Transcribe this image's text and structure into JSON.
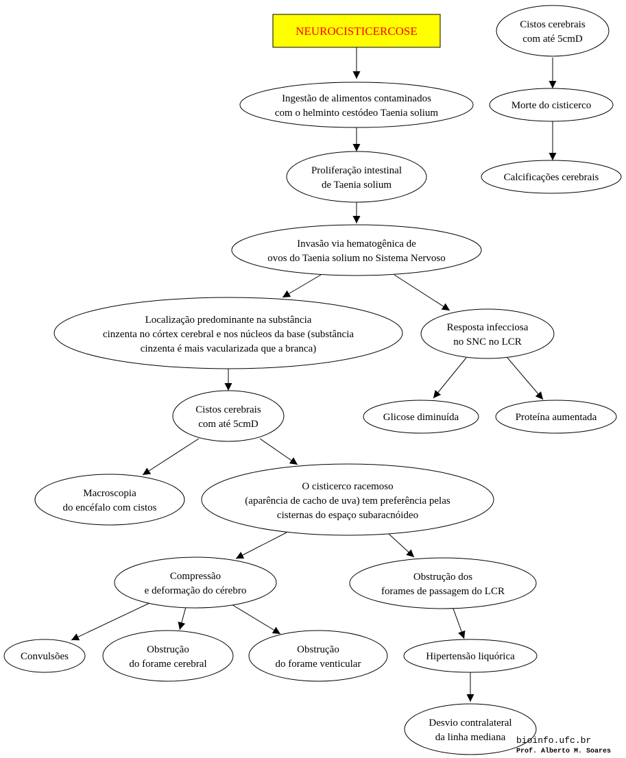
{
  "colors": {
    "title_fill": "#ffff00",
    "title_text": "#ff0000",
    "line": "#000000"
  },
  "nodes": {
    "title": "NEUROCISTICERCOSE",
    "ingestao": [
      "Ingestão de alimentos contaminados",
      "com o helminto cestódeo Taenia solium"
    ],
    "proliferacao": [
      "Proliferação intestinal",
      "de Taenia solium"
    ],
    "invasao": [
      "Invasão via hematogênica de",
      "ovos do Taenia solium no Sistema Nervoso"
    ],
    "localizacao": [
      "Localização predominante na substância",
      "cinzenta no córtex cerebral e nos núcleos da base (substância",
      "cinzenta é mais vacularizada que a branca)"
    ],
    "resposta": [
      "Resposta infecciosa",
      "no SNC no LCR"
    ],
    "glicose": [
      "Glicose diminuída"
    ],
    "proteina": [
      "Proteína aumentada"
    ],
    "cistos_main": [
      "Cistos cerebrais",
      "com até 5cmD"
    ],
    "macroscopia": [
      "Macroscopia",
      "do encéfalo com cistos"
    ],
    "racemoso": [
      "O cisticerco racemoso",
      "(aparência de cacho de uva) tem preferência pelas",
      "cisternas do espaço subaracnóideo"
    ],
    "compressao": [
      "Compressão",
      "e deformação do cérebro"
    ],
    "obstrucao_forames": [
      "Obstrução dos",
      "forames de passagem do LCR"
    ],
    "convulsoes": [
      "Convulsões"
    ],
    "obstrucao_cerebral": [
      "Obstrução",
      "do forame cerebral"
    ],
    "obstrucao_venticular": [
      "Obstrução",
      "do forame venticular"
    ],
    "hipertensao": [
      "Hipertensão liquórica"
    ],
    "desvio": [
      "Desvio contralateral",
      "da linha mediana"
    ],
    "cistos_right": [
      "Cistos cerebrais",
      "com até 5cmD"
    ],
    "morte": [
      "Morte do cisticerco"
    ],
    "calcificacoes": [
      "Calcificações cerebrais"
    ]
  },
  "credits": {
    "site": "bioinfo.ufc.br",
    "author": "Prof. Alberto M. Soares"
  }
}
